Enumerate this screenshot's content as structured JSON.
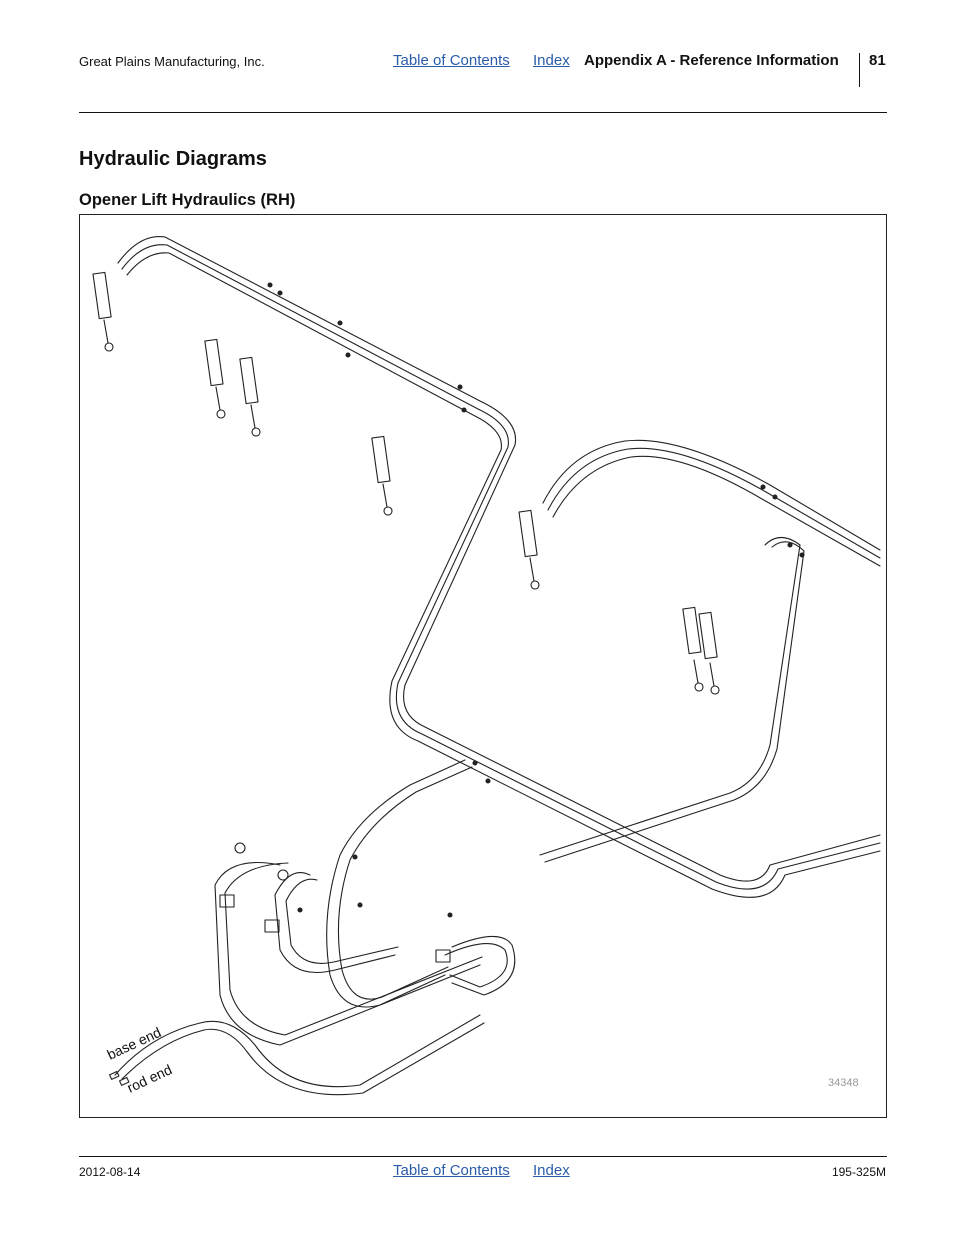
{
  "header": {
    "company": "Great Plains Manufacturing, Inc.",
    "toc_link": "Table of Contents",
    "index_link": "Index",
    "section": "Appendix A - Reference Information",
    "page_number": "81"
  },
  "content": {
    "title": "Hydraulic Diagrams",
    "subtitle": "Opener Lift Hydraulics (RH)"
  },
  "figure": {
    "label_base_end": "base end",
    "label_rod_end": "rod end",
    "figure_number": "34348",
    "line_color": "#222222"
  },
  "footer": {
    "date": "2012-08-14",
    "toc_link": "Table of Contents",
    "index_link": "Index",
    "doc_number": "195-325M"
  }
}
